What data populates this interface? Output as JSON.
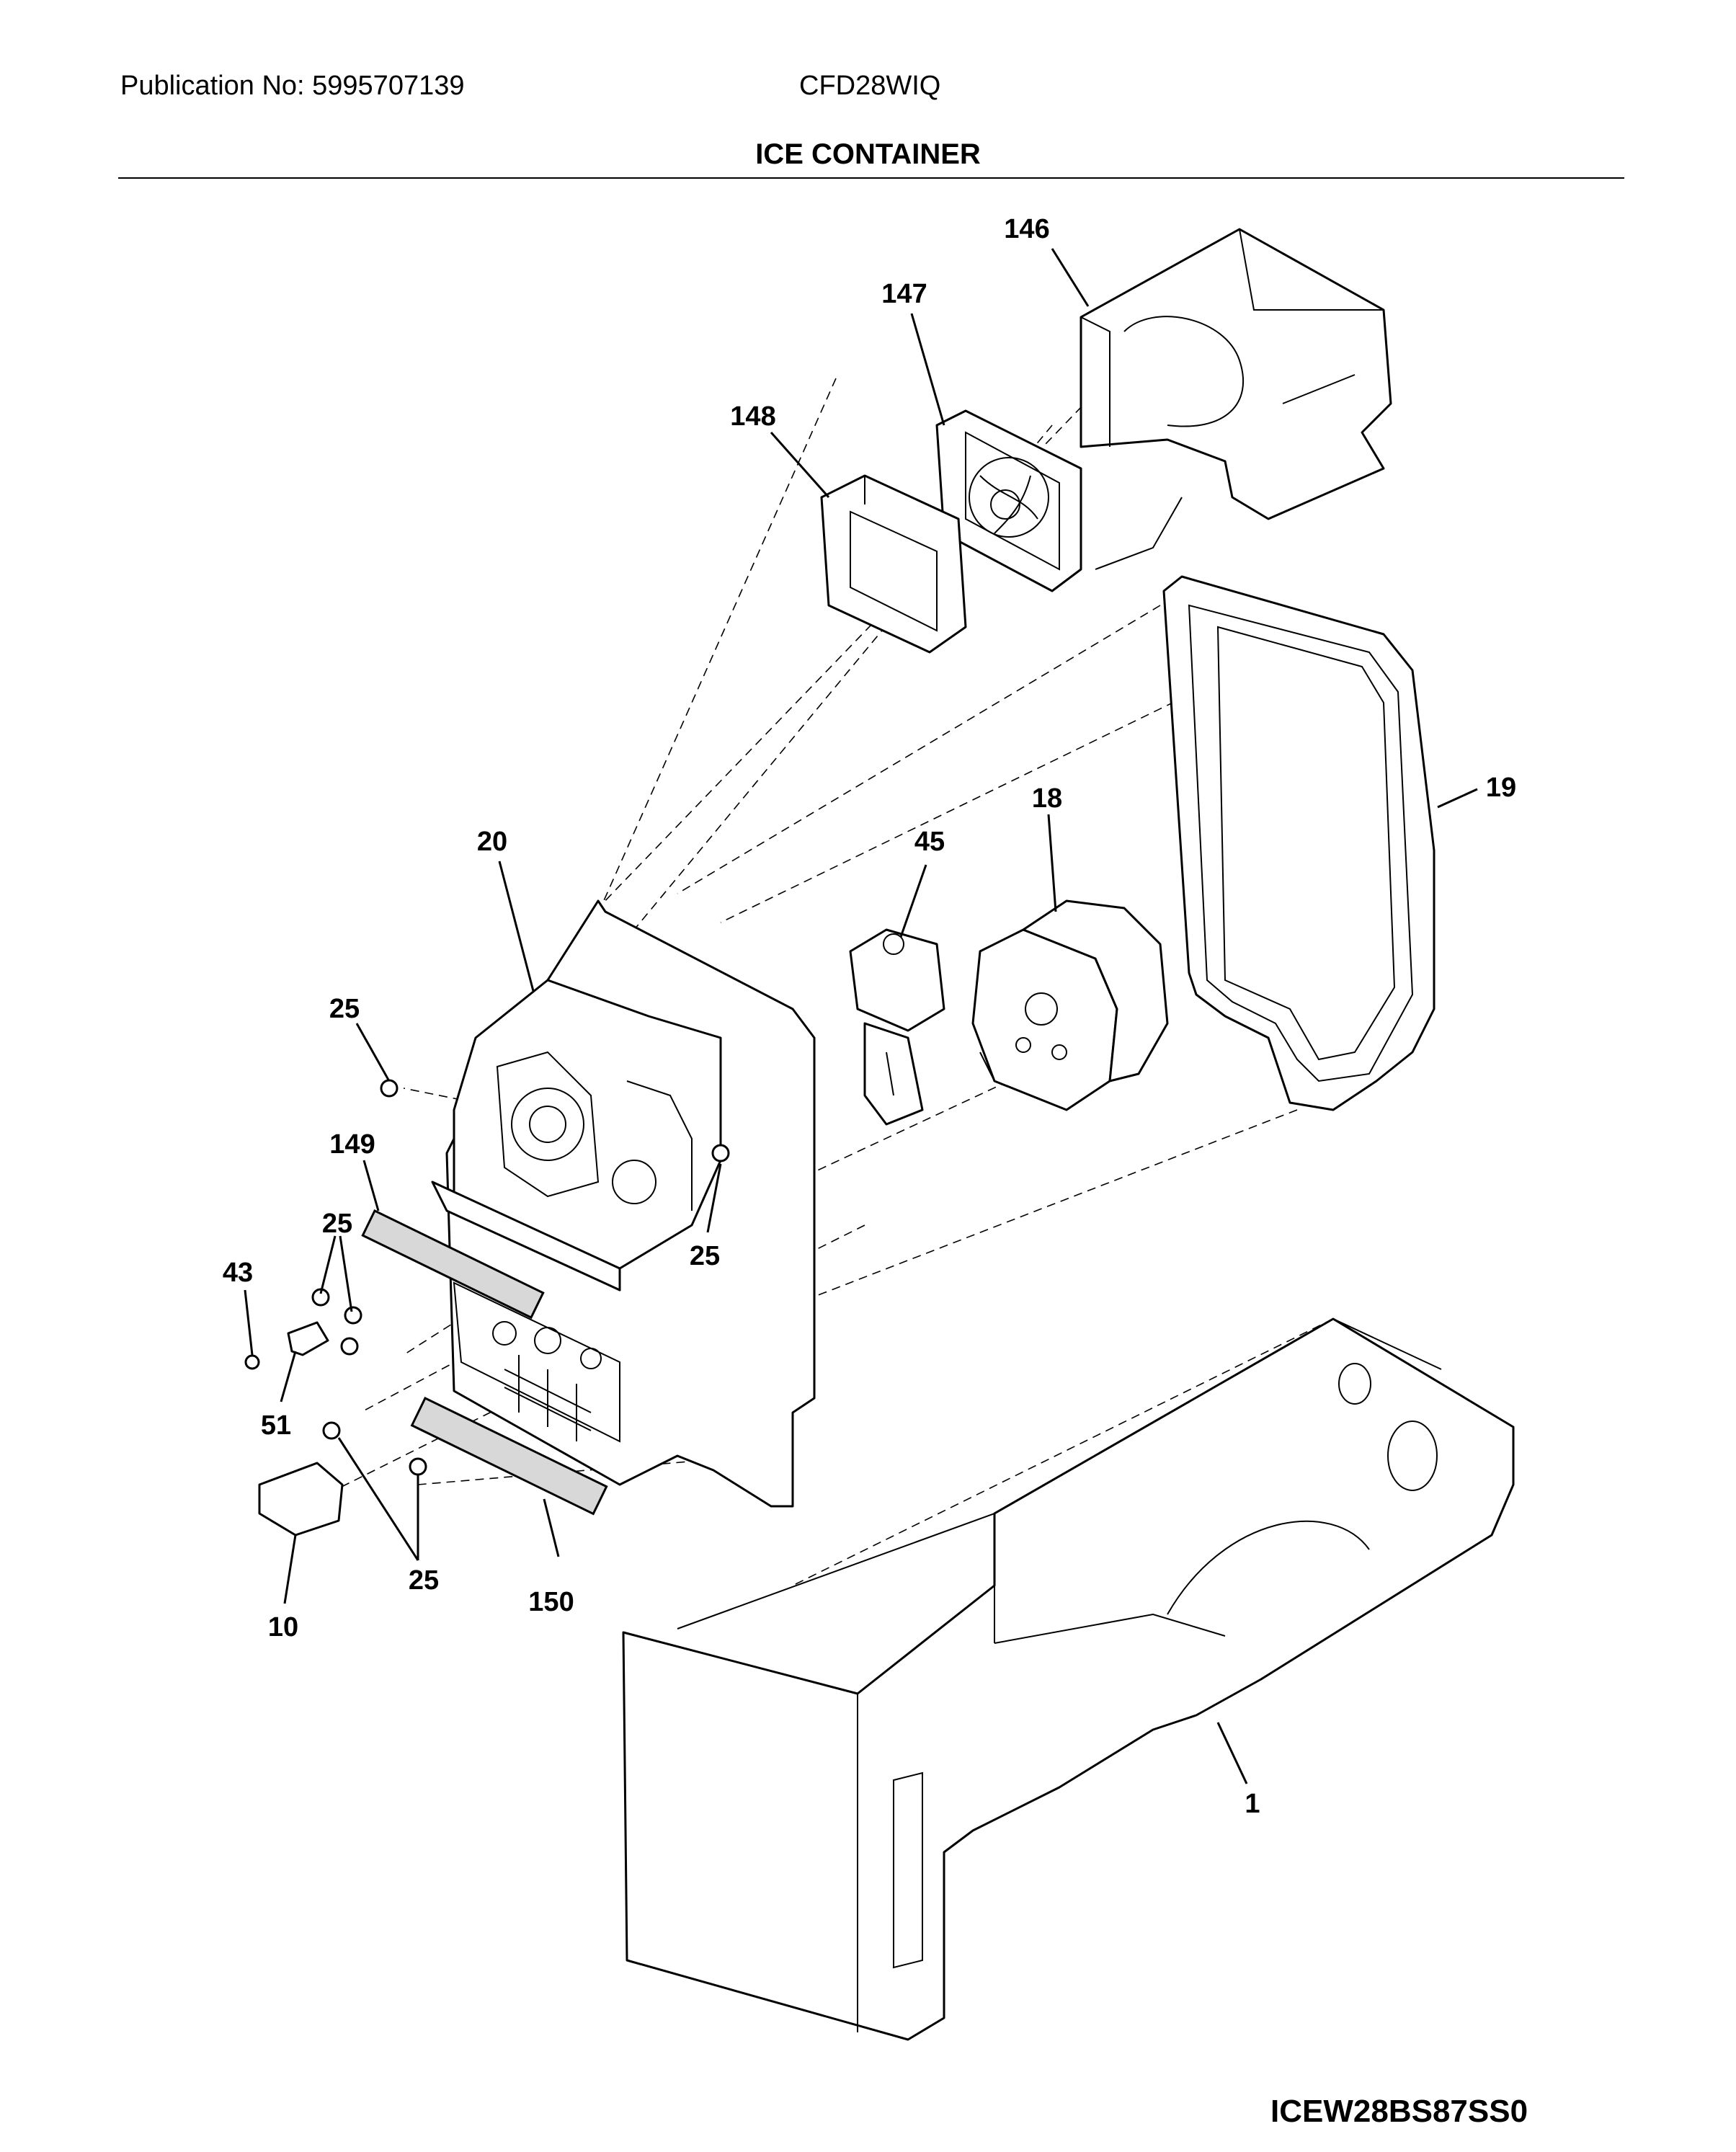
{
  "header": {
    "publication": "Publication No: 5995707139",
    "model": "CFD28WIQ",
    "section_title": "ICE CONTAINER"
  },
  "drawing_code": "ICEW28BS87SS0",
  "callouts": [
    "146",
    "147",
    "148",
    "19",
    "18",
    "45",
    "20",
    "25",
    "149",
    "25",
    "25",
    "43",
    "51",
    "25",
    "10",
    "150",
    "1"
  ]
}
